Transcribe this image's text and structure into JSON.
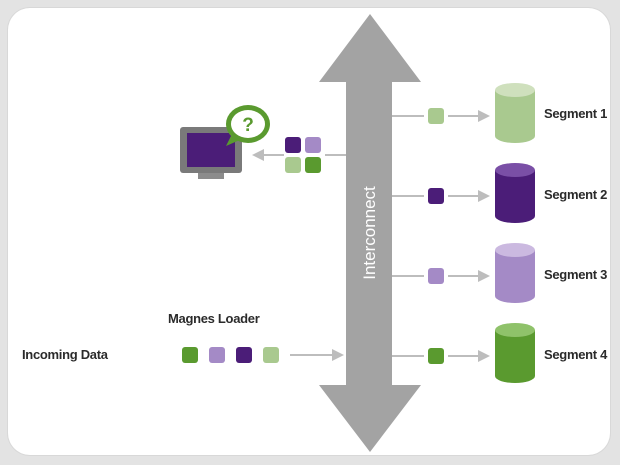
{
  "interconnect_label": "Interconnect",
  "loader_label": "Magnes Loader",
  "incoming_label": "Incoming Data",
  "segments": [
    {
      "label": "Segment 1",
      "color": "#a9c98f",
      "top": "#cfe0bd",
      "packet": "#a9c98f"
    },
    {
      "label": "Segment 2",
      "color": "#4b1d78",
      "top": "#7a4fa6",
      "packet": "#4b1d78"
    },
    {
      "label": "Segment 3",
      "color": "#a48ac6",
      "top": "#cbb9e0",
      "packet": "#a48ac6"
    },
    {
      "label": "Segment 4",
      "color": "#5a9a2f",
      "top": "#8fc26a",
      "packet": "#5a9a2f"
    }
  ],
  "incoming_packets": [
    "#5a9a2f",
    "#a48ac6",
    "#4b1d78",
    "#a9c98f"
  ],
  "grid_packets": [
    "#4b1d78",
    "#a48ac6",
    "#a9c98f",
    "#5a9a2f"
  ],
  "colors": {
    "arrow": "#a3a3a3",
    "connector": "#bdbdbd",
    "monitor_screen": "#4b1d78",
    "monitor_frame": "#7a7a7a",
    "bubble": "#5a9a2f"
  },
  "icons": {
    "monitor": "monitor-icon",
    "question_bubble": "question-bubble-icon"
  }
}
